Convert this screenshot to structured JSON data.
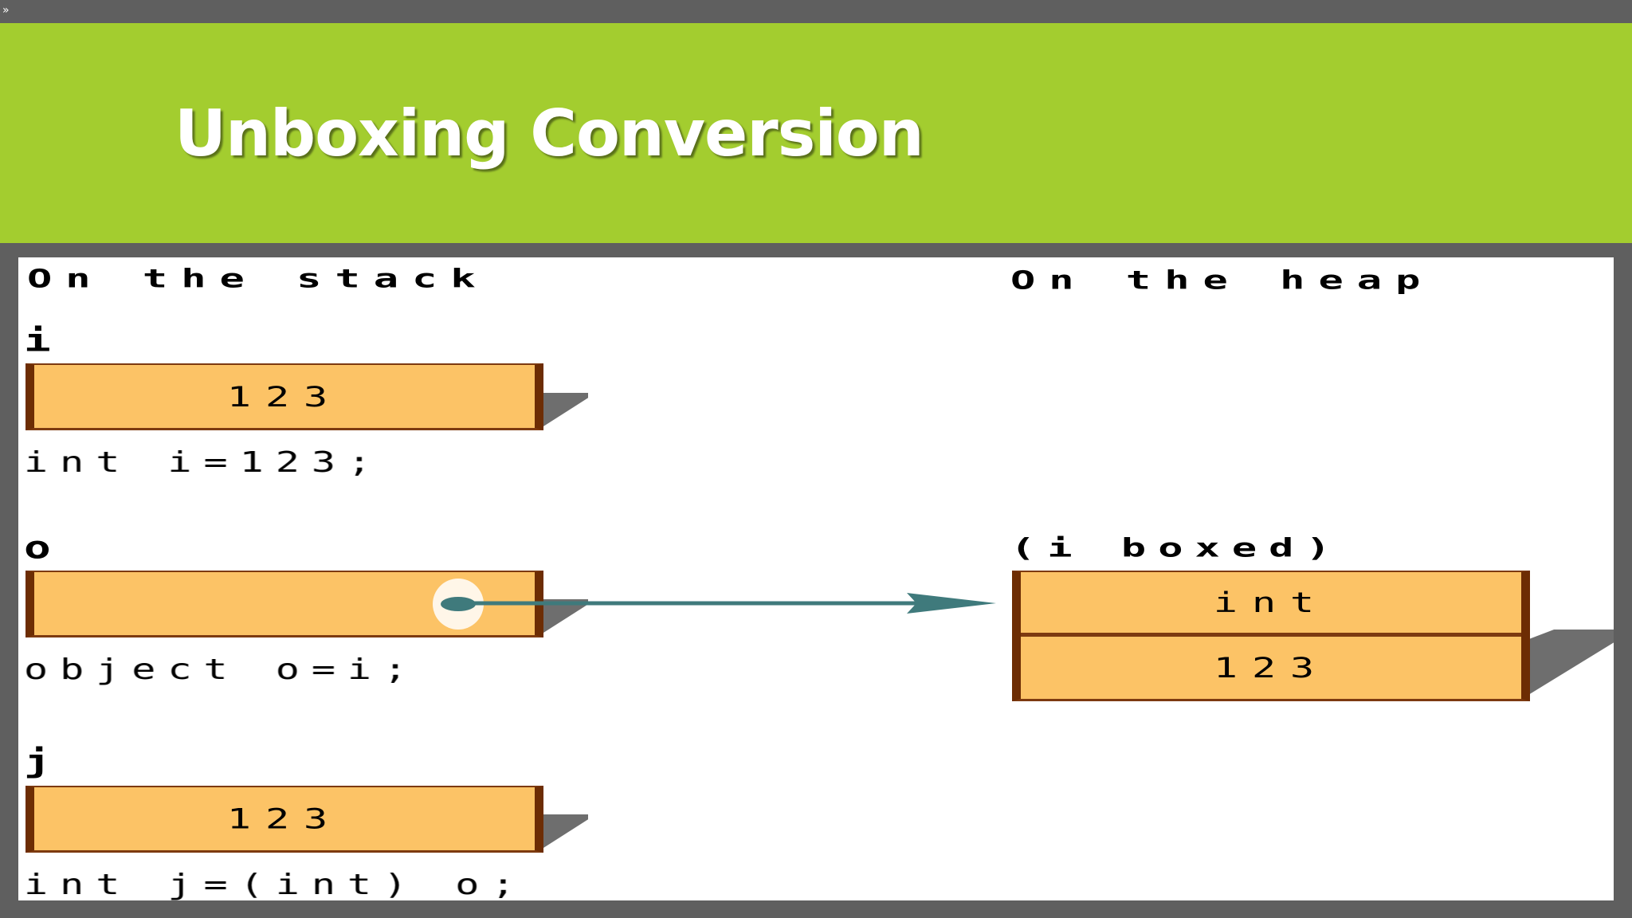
{
  "window": {
    "app_icon_glyph": "»"
  },
  "slide": {
    "title": "Unboxing Conversion"
  },
  "stack": {
    "heading": "On the stack",
    "vars": [
      {
        "name": "i",
        "value": "123",
        "code": "int i=123;"
      },
      {
        "name": "o",
        "value": "",
        "code": "object o=i;"
      },
      {
        "name": "j",
        "value": "123",
        "code": "int j=(int) o;"
      }
    ]
  },
  "heap": {
    "heading": "On the heap",
    "label": "(i boxed)",
    "type": "int",
    "value": "123"
  },
  "colors": {
    "banner": "#a3cd2f",
    "box_fill": "#fcc366",
    "box_border": "#6d2d04",
    "arrow": "#3f7a7c",
    "shadow": "#6e6e6e"
  }
}
